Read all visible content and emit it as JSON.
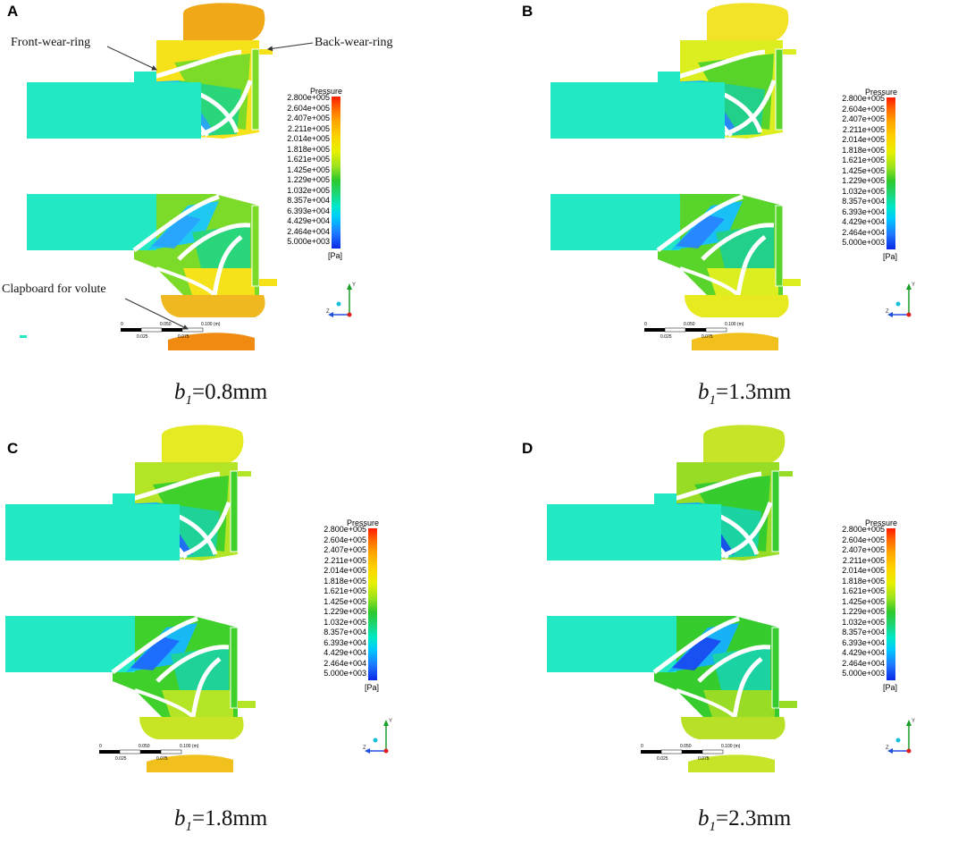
{
  "legend": {
    "title": "Pressure",
    "unit": "[Pa]",
    "ticks": [
      "2.800e+005",
      "2.604e+005",
      "2.407e+005",
      "2.211e+005",
      "2.014e+005",
      "1.818e+005",
      "1.621e+005",
      "1.425e+005",
      "1.229e+005",
      "1.032e+005",
      "8.357e+004",
      "6.393e+004",
      "4.429e+004",
      "2.464e+004",
      "5.000e+003"
    ]
  },
  "scale_bar": {
    "labels_top": [
      "0",
      "0.050",
      "0.100  (m)"
    ],
    "labels_bottom": [
      "0.025",
      "0.075"
    ]
  },
  "axis_labels": {
    "y": "Y",
    "z": "Z"
  },
  "annotations": {
    "front_wear_ring": "Front-wear-ring",
    "back_wear_ring": "Back-wear-ring",
    "clapboard": "Clapboard for volute"
  },
  "panels": [
    {
      "letter": "A",
      "b_symbol": "b",
      "b_sub": "1",
      "b_value": "=0.8mm",
      "colors": {
        "volute": "#f0a818",
        "outer": "#f6e21a",
        "mid": "#7cdb28",
        "inner": "#29d67a",
        "blade": "#19e6d0",
        "low": "#1ec8f0",
        "deep": "#2aa0ff",
        "bottom": "#f0b820",
        "clap": "#f08a10"
      }
    },
    {
      "letter": "B",
      "b_symbol": "b",
      "b_sub": "1",
      "b_value": "=1.3mm",
      "colors": {
        "volute": "#f2e228",
        "outer": "#dcee20",
        "mid": "#58d42a",
        "inner": "#22d08a",
        "blade": "#16e4d4",
        "low": "#18c0f4",
        "deep": "#2a7cff",
        "bottom": "#e8ea20",
        "clap": "#f2c01c"
      }
    },
    {
      "letter": "C",
      "b_symbol": "b",
      "b_sub": "1",
      "b_value": "=1.8mm",
      "colors": {
        "volute": "#e6ea22",
        "outer": "#b4e426",
        "mid": "#40d02c",
        "inner": "#1ed298",
        "blade": "#14e2d8",
        "low": "#18b8f4",
        "deep": "#2060ff",
        "bottom": "#c8e424",
        "clap": "#f2c01c"
      }
    },
    {
      "letter": "D",
      "b_symbol": "b",
      "b_sub": "1",
      "b_value": "=2.3mm",
      "colors": {
        "volute": "#c8e428",
        "outer": "#98dc26",
        "mid": "#36cc2e",
        "inner": "#1ad2a2",
        "blade": "#12e2dc",
        "low": "#16b0f4",
        "deep": "#1a40f0",
        "bottom": "#b8e026",
        "clap": "#c8e428"
      }
    }
  ]
}
